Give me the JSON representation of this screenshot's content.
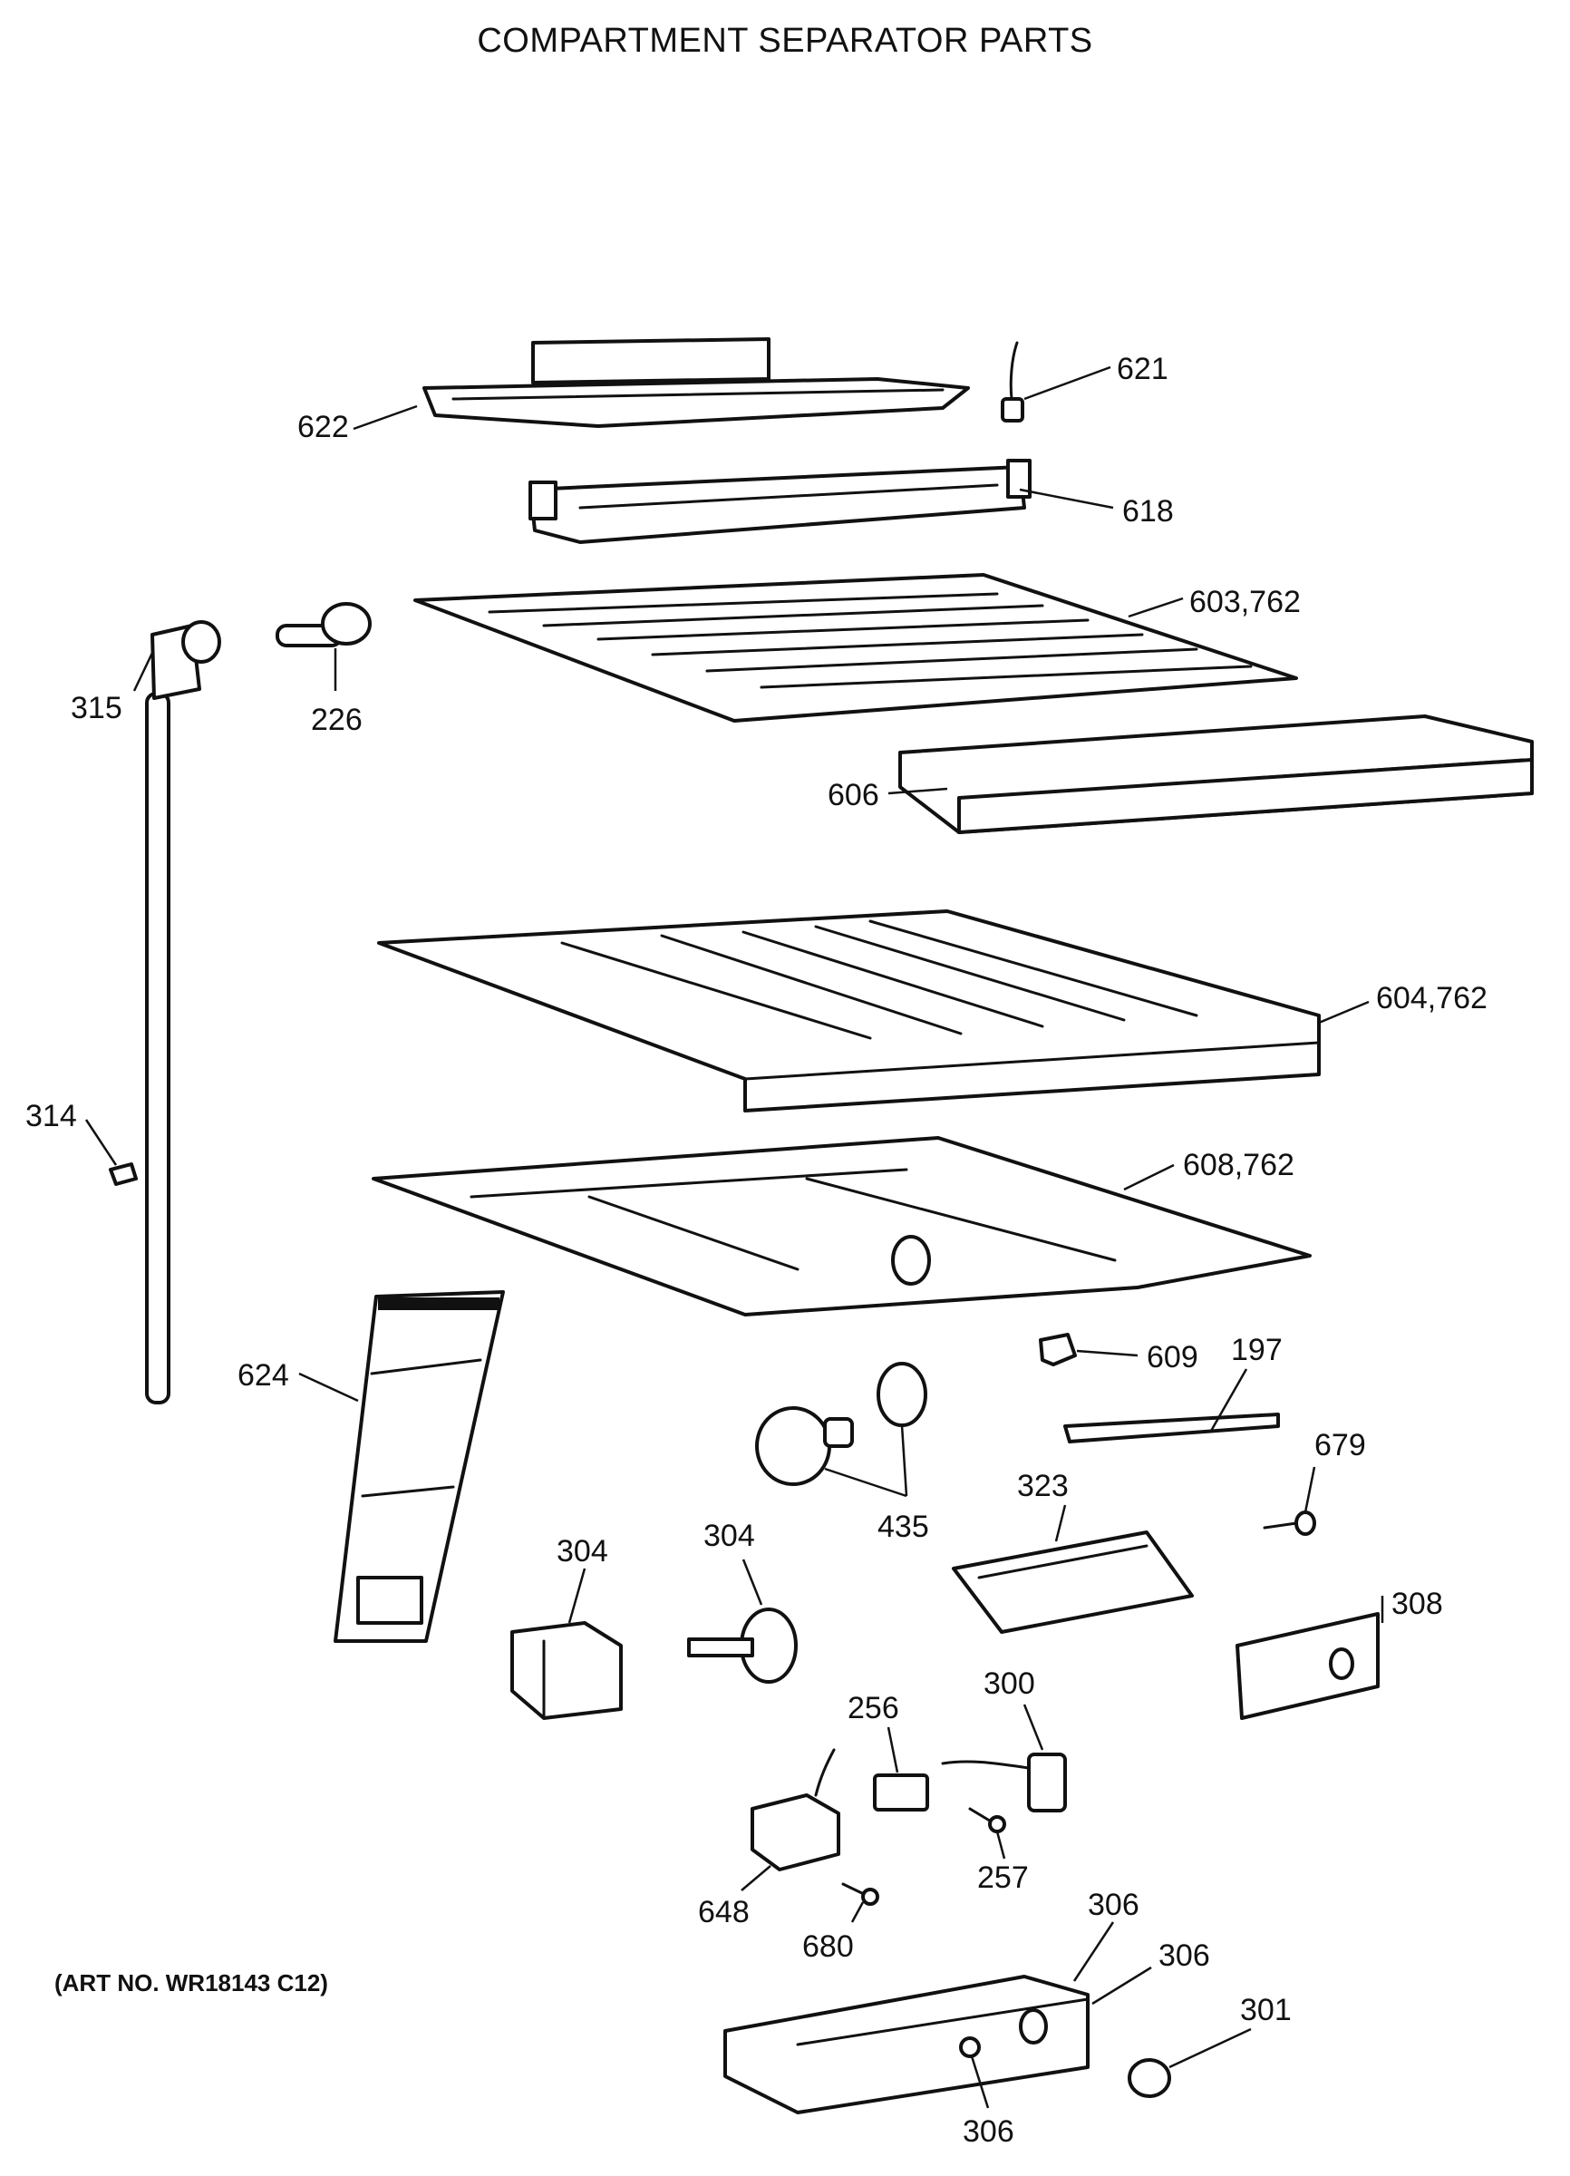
{
  "title": "COMPARTMENT SEPARATOR PARTS",
  "art_number": "(ART NO. WR18143 C12)",
  "callouts": {
    "c622": "622",
    "c621": "621",
    "c618": "618",
    "c603": "603,762",
    "c315": "315",
    "c226": "226",
    "c606": "606",
    "c604": "604,762",
    "c314": "314",
    "c608": "608,762",
    "c624": "624",
    "c609": "609",
    "c197": "197",
    "c679": "679",
    "c323": "323",
    "c435": "435",
    "c304a": "304",
    "c304b": "304",
    "c308": "308",
    "c256": "256",
    "c300": "300",
    "c648": "648",
    "c257": "257",
    "c680": "680",
    "c306a": "306",
    "c306b": "306",
    "c306c": "306",
    "c301": "301"
  }
}
